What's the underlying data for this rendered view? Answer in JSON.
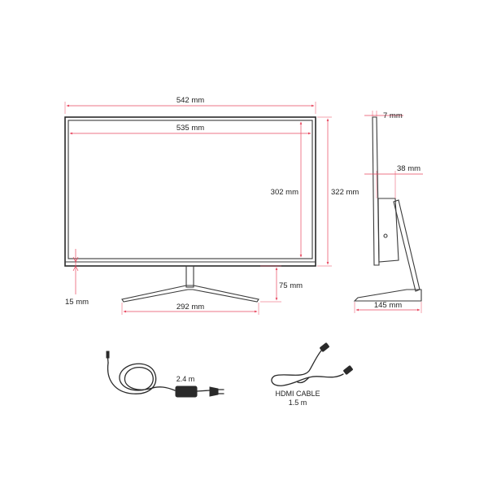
{
  "front_view": {
    "overall_width": "542 mm",
    "screen_width": "535 mm",
    "screen_height": "302 mm",
    "overall_height": "322 mm",
    "base_clearance": "75 mm",
    "bottom_bezel": "15 mm",
    "base_width": "292 mm"
  },
  "side_view": {
    "panel_depth": "7 mm",
    "housing_depth": "38 mm",
    "base_depth": "145 mm"
  },
  "accessories": {
    "power_cable_length": "2.4 m",
    "hdmi_cable_label": "HDMI CABLE",
    "hdmi_cable_length": "1.5 m"
  },
  "colors": {
    "dimension_lines": "#e8475f",
    "outline": "#3a3a3a"
  }
}
